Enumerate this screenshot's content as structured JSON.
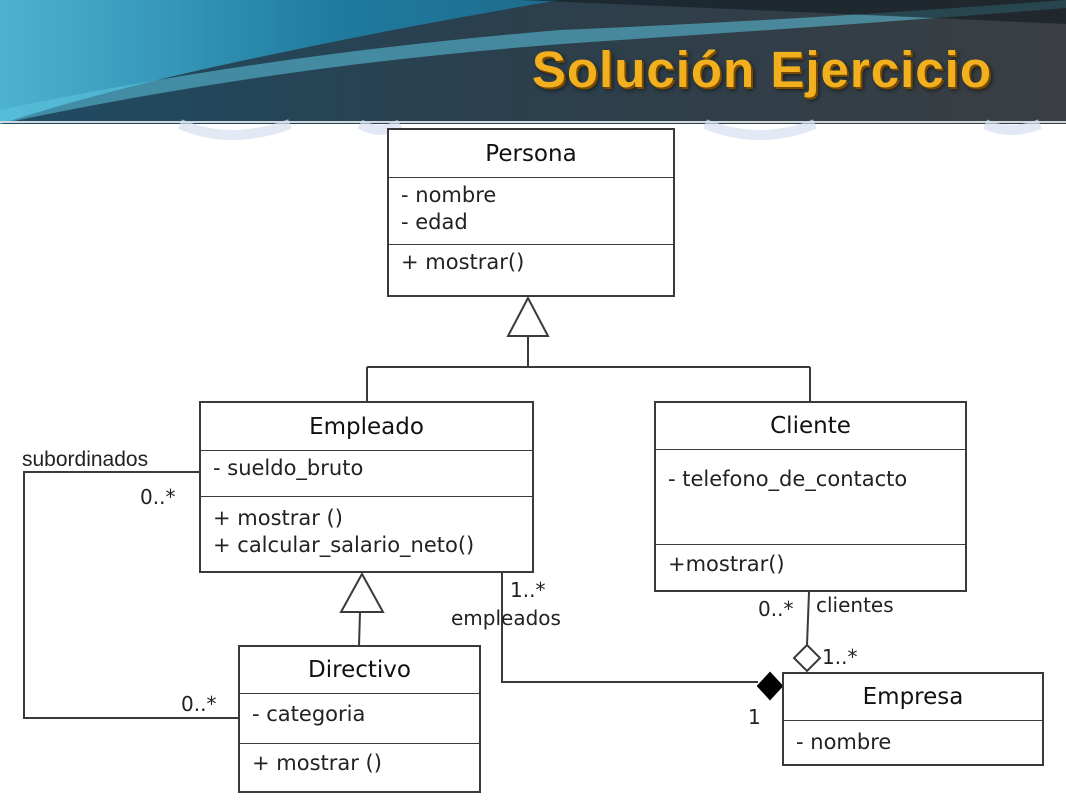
{
  "slide": {
    "title": "Solución Ejercicio"
  },
  "classes": {
    "persona": {
      "name": "Persona",
      "attributes": [
        "- nombre",
        "- edad"
      ],
      "operations": [
        "+ mostrar()"
      ]
    },
    "empleado": {
      "name": "Empleado",
      "attributes": [
        "- sueldo_bruto"
      ],
      "operations": [
        "+ mostrar ()",
        "+ calcular_salario_neto()"
      ]
    },
    "cliente": {
      "name": "Cliente",
      "attributes": [
        "- telefono_de_contacto"
      ],
      "operations": [
        "+mostrar()"
      ]
    },
    "directivo": {
      "name": "Directivo",
      "attributes": [
        "- categoria"
      ],
      "operations": [
        "+ mostrar ()"
      ]
    },
    "empresa": {
      "name": "Empresa",
      "attributes": [
        "- nombre"
      ]
    }
  },
  "associations": {
    "subordinados": {
      "role": "subordinados",
      "mult_empleado": "0..*",
      "mult_directivo": "0..*"
    },
    "empleados": {
      "mult": "1..*",
      "role": "empleados",
      "mult_empresa": "1"
    },
    "clientes": {
      "mult": "0..*",
      "role": "clientes",
      "mult_empresa": "1..*"
    }
  },
  "colors": {
    "title": "#f2b01e",
    "banner_dark": "#2a3a44",
    "banner_teal": "#2f95b5",
    "line": "#3a3a3a"
  }
}
